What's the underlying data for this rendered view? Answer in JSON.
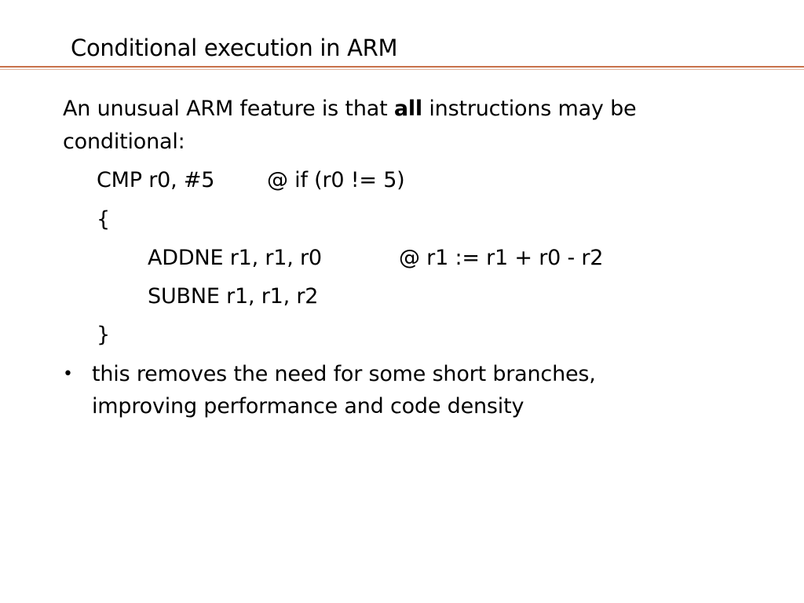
{
  "slide": {
    "title": "Conditional execution in ARM",
    "intro": {
      "before": "An unusual ARM feature is that ",
      "emphasis": "all",
      "after": " instructions may be",
      "continuation": "conditional:"
    },
    "code": {
      "cmp_instruction": "CMP r0, #5",
      "cmp_comment": "@ if (r0 != 5)",
      "open_brace": "{",
      "addne_instruction": "ADDNE r1, r1, r0",
      "addne_comment": "@ r1 := r1 + r0 - r2",
      "subne_instruction": "SUBNE r1, r1, r2",
      "close_brace": "}"
    },
    "bullets": [
      {
        "marker": "•",
        "line1": "this removes the need for some short branches,",
        "line2": "improving performance and code density"
      }
    ],
    "colors": {
      "rule": "#c8714a",
      "text": "#000000",
      "background": "#ffffff"
    }
  }
}
